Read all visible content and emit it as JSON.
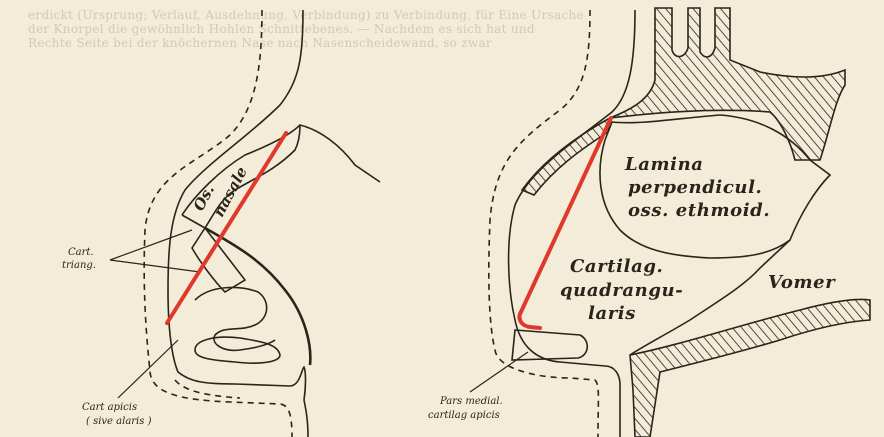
{
  "background_text": [
    "erdickt (Ursprung; Verlauf, Ausdehnung, Verbindung) zu Verbindung, für Eine Ursache",
    "der Knorpel die gewöhnlich Hohlen Schnittebenes. — Nachdem es sich hat und",
    "Rechte Seite bei der knöchernen Nase nach Nasenscheidewand, so zwar"
  ],
  "colors": {
    "paper": "#f3ecd8",
    "ink": "#2a241a",
    "red_line": "#e0392b"
  },
  "labels": {
    "os_nasale_1": "Os.",
    "os_nasale_2": "nasale",
    "cart_triang_1": "Cart.",
    "cart_triang_2": "triang.",
    "cart_apicis_1": "Cart apicis",
    "cart_apicis_2": "( sive alaris )",
    "lamina_1": "Lamina",
    "lamina_2": "perpendicul.",
    "lamina_3": "oss. ethmoid.",
    "cartilag_1": "Cartilag.",
    "cartilag_2": "quadrangu-",
    "cartilag_3": "laris",
    "vomer": "Vomer",
    "pars_medial_1": "Pars medial.",
    "pars_medial_2": "cartilag apicis"
  }
}
